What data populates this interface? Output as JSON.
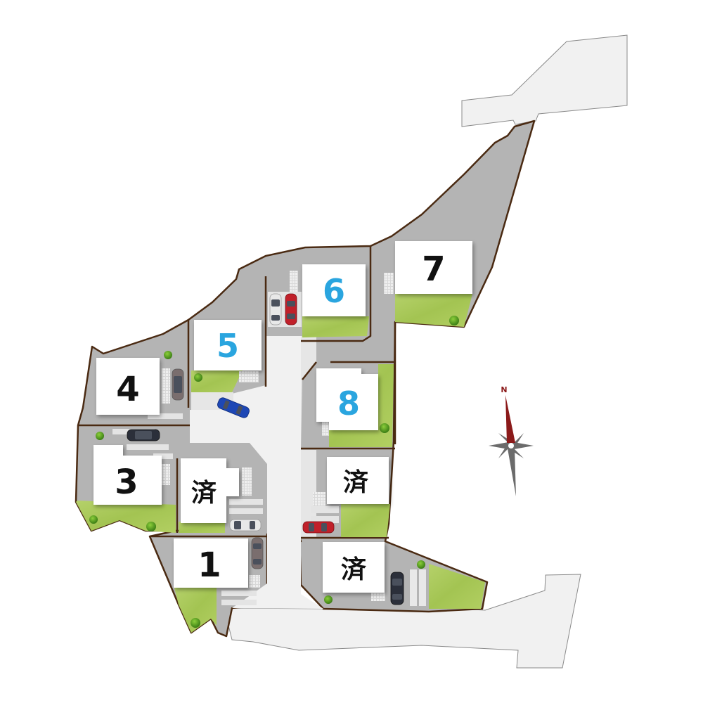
{
  "map": {
    "type": "residential-subdivision-site-plan",
    "colors": {
      "background": "#ffffff",
      "road": "#f1f1f1",
      "road_edge": "#8a8a8a",
      "lot_ground": "#b4b4b4",
      "boundary": "#4a2a12",
      "lawn": "#a9c85a",
      "lawn_dark": "#8fb444",
      "tree": "#4f9a1f",
      "house": "#ffffff",
      "paving": "#e4e4e4",
      "available_label": "#2aa5df",
      "standard_label": "#111111",
      "compass_north": "#8b1a1a",
      "compass_body": "#6b6b6b"
    },
    "compass": {
      "north_label": "N"
    },
    "lots": [
      {
        "id": "lot-1",
        "label": "1",
        "status": "standard"
      },
      {
        "id": "lot-3",
        "label": "3",
        "status": "standard"
      },
      {
        "id": "lot-4",
        "label": "4",
        "status": "standard"
      },
      {
        "id": "lot-5",
        "label": "5",
        "status": "available"
      },
      {
        "id": "lot-6",
        "label": "6",
        "status": "available"
      },
      {
        "id": "lot-7",
        "label": "7",
        "status": "standard"
      },
      {
        "id": "lot-8",
        "label": "8",
        "status": "available"
      },
      {
        "id": "lot-sold-a",
        "label": "済",
        "status": "sold"
      },
      {
        "id": "lot-sold-b",
        "label": "済",
        "status": "sold"
      },
      {
        "id": "lot-sold-c",
        "label": "済",
        "status": "sold"
      }
    ],
    "cars": [
      {
        "color": "#7a6e6e",
        "lot": "4"
      },
      {
        "color": "#2b2f3a",
        "lot": "3"
      },
      {
        "color": "#1d47b5",
        "lot": "5"
      },
      {
        "color": "#e8e8e8",
        "lot": "6"
      },
      {
        "color": "#c0202a",
        "lot": "6"
      },
      {
        "color": "#e8e8e8",
        "lot": "sold-a"
      },
      {
        "color": "#7a6e6e",
        "lot": "1"
      },
      {
        "color": "#c0202a",
        "lot": "sold-b"
      },
      {
        "color": "#2b2f3a",
        "lot": "sold-c"
      }
    ]
  }
}
